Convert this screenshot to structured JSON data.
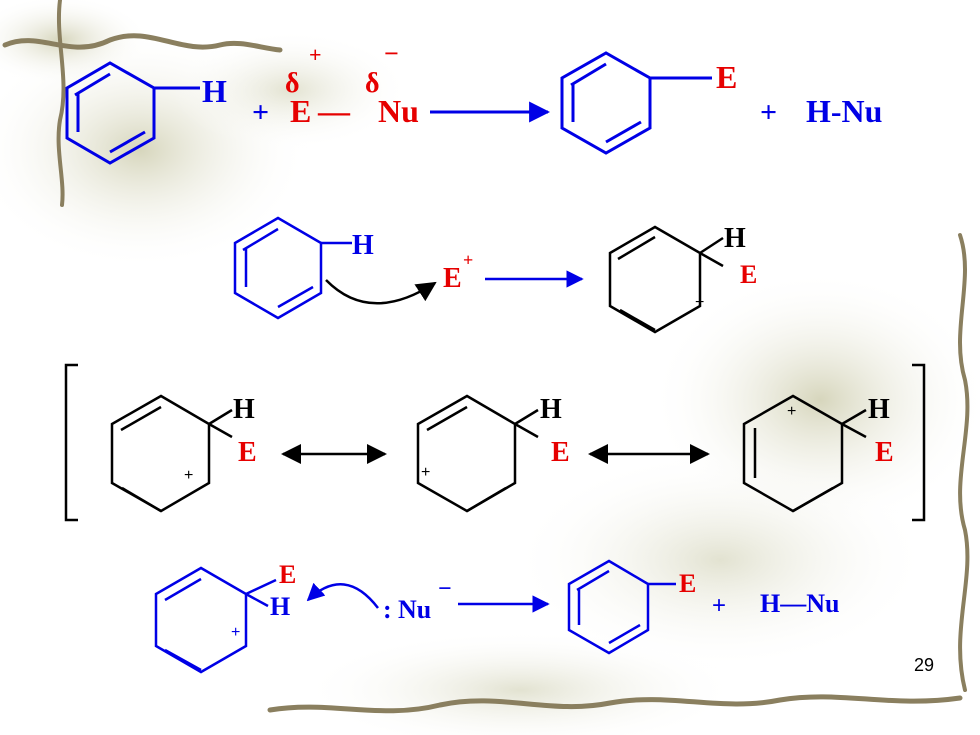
{
  "slide": {
    "page_number": "29"
  },
  "colors": {
    "blue": "#0000E6",
    "red": "#E60000",
    "black": "#000000"
  },
  "row1": {
    "reactant_h": "H",
    "plus_1": "+",
    "delta_plus": "δ",
    "plus_sign": "+",
    "delta_minus": "δ",
    "minus_sign": "−",
    "electrophile": "E",
    "bond": "—",
    "nucleophile": "Nu",
    "product_e": "E",
    "plus_2": "+",
    "byproduct": "H-Nu"
  },
  "row2": {
    "benzene_h": "H",
    "electrophile": "E",
    "charge": "+",
    "sigma_h": "H",
    "sigma_e": "E",
    "ring_charge": "+"
  },
  "row3": {
    "structures": [
      {
        "h": "H",
        "e": "E",
        "charge": "+"
      },
      {
        "h": "H",
        "e": "E",
        "charge": "+"
      },
      {
        "h": "H",
        "e": "E",
        "charge": "+"
      }
    ]
  },
  "row4": {
    "sigma_e": "E",
    "sigma_h": "H",
    "ring_charge": "+",
    "colon": ":",
    "nucleophile": "Nu",
    "minus": "−",
    "product_e": "E",
    "plus": "+",
    "byproduct": "H—Nu"
  }
}
